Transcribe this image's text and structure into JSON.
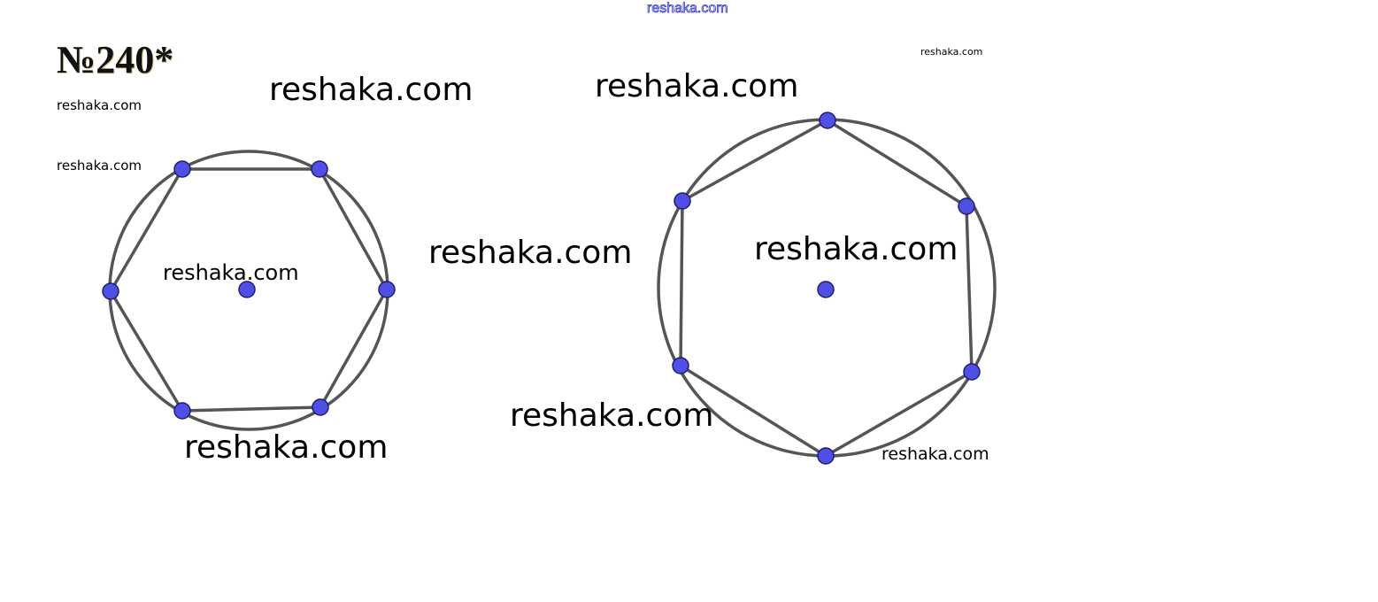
{
  "problem": {
    "number": "№240*"
  },
  "watermarks": {
    "top_link": "reshaka.com",
    "text": "reshaka.com"
  },
  "colors": {
    "stroke": "#555555",
    "point_fill": "#4f4fe8",
    "point_stroke": "#1f1f6e",
    "watermark_link": "#2b2bd6"
  }
}
